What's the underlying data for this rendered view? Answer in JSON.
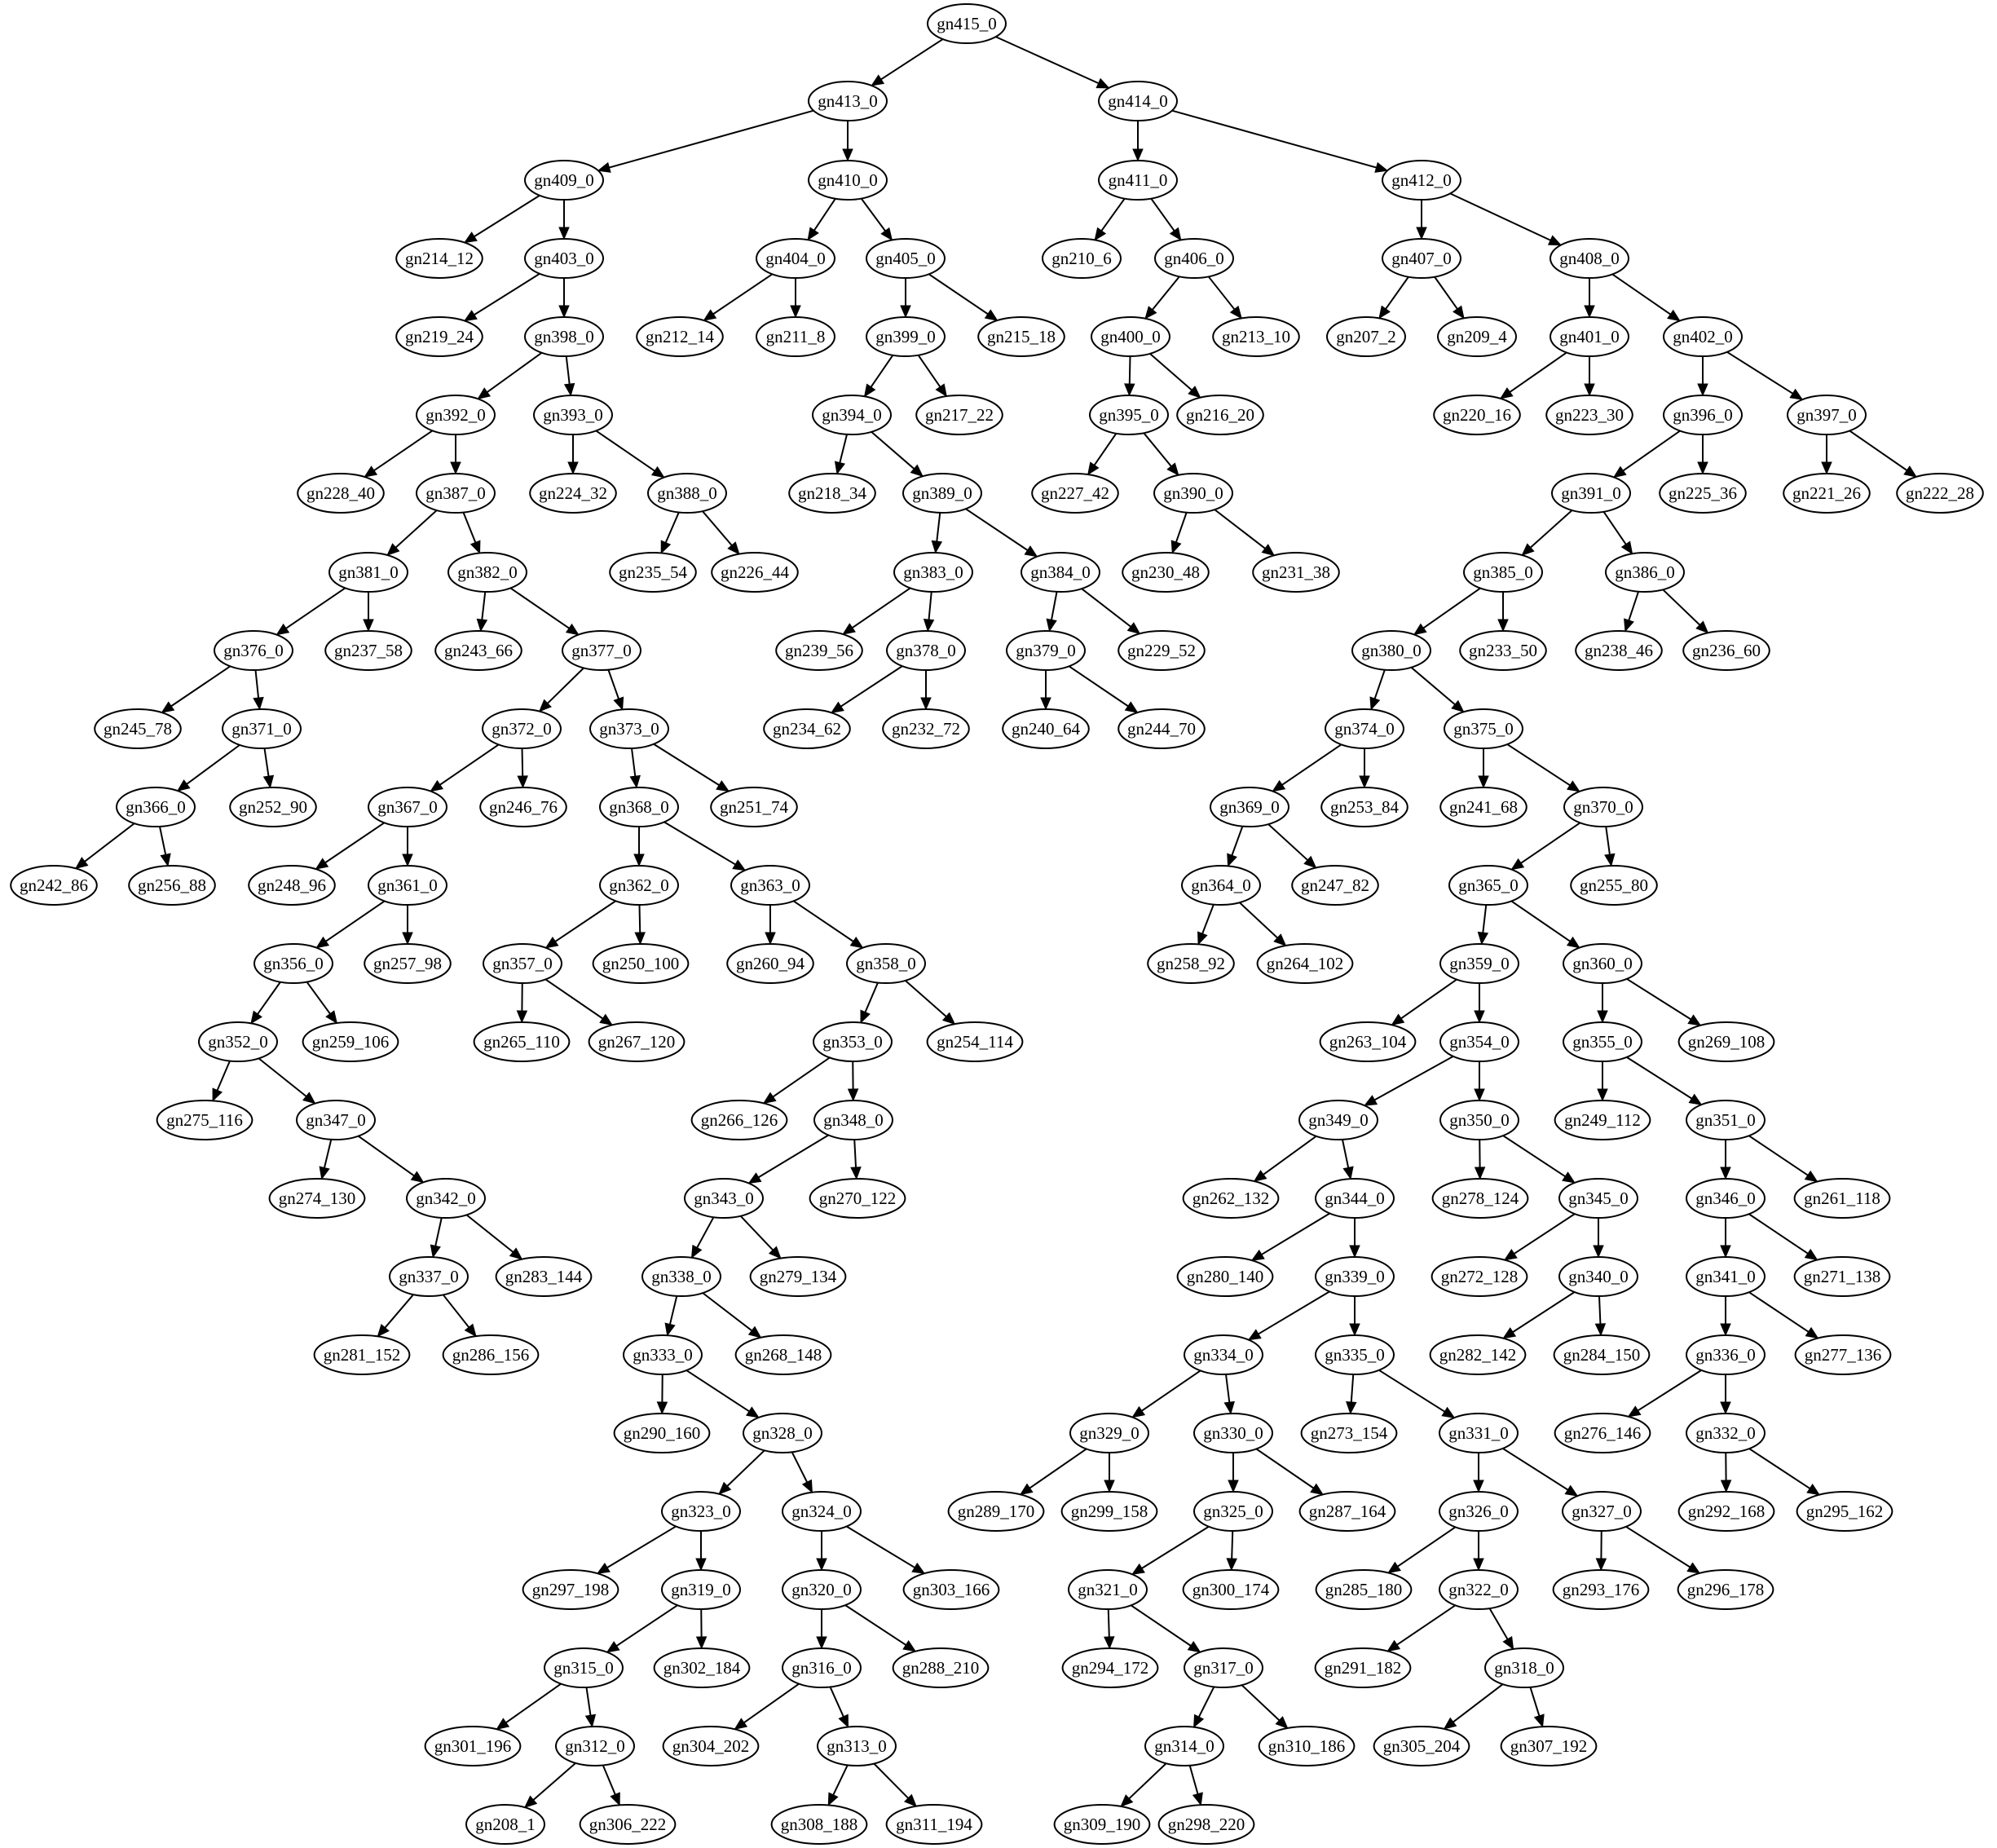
{
  "diagram": {
    "type": "tree",
    "nodes": [
      {
        "id": "gn415_0",
        "children": [
          "gn413_0",
          "gn414_0"
        ]
      },
      {
        "id": "gn413_0",
        "children": [
          "gn409_0",
          "gn410_0"
        ]
      },
      {
        "id": "gn414_0",
        "children": [
          "gn411_0",
          "gn412_0"
        ]
      },
      {
        "id": "gn409_0",
        "children": [
          "gn214_12",
          "gn403_0"
        ]
      },
      {
        "id": "gn410_0",
        "children": [
          "gn404_0",
          "gn405_0"
        ]
      },
      {
        "id": "gn411_0",
        "children": [
          "gn210_6",
          "gn406_0"
        ]
      },
      {
        "id": "gn412_0",
        "children": [
          "gn407_0",
          "gn408_0"
        ]
      },
      {
        "id": "gn214_12",
        "children": []
      },
      {
        "id": "gn403_0",
        "children": [
          "gn219_24",
          "gn398_0"
        ]
      },
      {
        "id": "gn404_0",
        "children": [
          "gn212_14",
          "gn211_8"
        ]
      },
      {
        "id": "gn405_0",
        "children": [
          "gn399_0",
          "gn215_18"
        ]
      },
      {
        "id": "gn210_6",
        "children": []
      },
      {
        "id": "gn406_0",
        "children": [
          "gn400_0",
          "gn213_10"
        ]
      },
      {
        "id": "gn407_0",
        "children": [
          "gn207_2",
          "gn209_4"
        ]
      },
      {
        "id": "gn408_0",
        "children": [
          "gn401_0",
          "gn402_0"
        ]
      },
      {
        "id": "gn219_24",
        "children": []
      },
      {
        "id": "gn398_0",
        "children": [
          "gn392_0",
          "gn393_0"
        ]
      },
      {
        "id": "gn212_14",
        "children": []
      },
      {
        "id": "gn211_8",
        "children": []
      },
      {
        "id": "gn399_0",
        "children": [
          "gn394_0",
          "gn217_22"
        ]
      },
      {
        "id": "gn215_18",
        "children": []
      },
      {
        "id": "gn400_0",
        "children": [
          "gn395_0",
          "gn216_20"
        ]
      },
      {
        "id": "gn213_10",
        "children": []
      },
      {
        "id": "gn207_2",
        "children": []
      },
      {
        "id": "gn209_4",
        "children": []
      },
      {
        "id": "gn401_0",
        "children": [
          "gn220_16",
          "gn223_30"
        ]
      },
      {
        "id": "gn402_0",
        "children": [
          "gn396_0",
          "gn397_0"
        ]
      },
      {
        "id": "gn392_0",
        "children": [
          "gn228_40",
          "gn387_0"
        ]
      },
      {
        "id": "gn393_0",
        "children": [
          "gn224_32",
          "gn388_0"
        ]
      },
      {
        "id": "gn394_0",
        "children": [
          "gn218_34",
          "gn389_0"
        ]
      },
      {
        "id": "gn217_22",
        "children": []
      },
      {
        "id": "gn395_0",
        "children": [
          "gn227_42",
          "gn390_0"
        ]
      },
      {
        "id": "gn216_20",
        "children": []
      },
      {
        "id": "gn220_16",
        "children": []
      },
      {
        "id": "gn223_30",
        "children": []
      },
      {
        "id": "gn396_0",
        "children": [
          "gn391_0",
          "gn225_36"
        ]
      },
      {
        "id": "gn397_0",
        "children": [
          "gn221_26",
          "gn222_28"
        ]
      },
      {
        "id": "gn228_40",
        "children": []
      },
      {
        "id": "gn387_0",
        "children": [
          "gn381_0",
          "gn382_0"
        ]
      },
      {
        "id": "gn224_32",
        "children": []
      },
      {
        "id": "gn388_0",
        "children": [
          "gn235_54",
          "gn226_44"
        ]
      },
      {
        "id": "gn218_34",
        "children": []
      },
      {
        "id": "gn389_0",
        "children": [
          "gn383_0",
          "gn384_0"
        ]
      },
      {
        "id": "gn227_42",
        "children": []
      },
      {
        "id": "gn390_0",
        "children": [
          "gn230_48",
          "gn231_38"
        ]
      },
      {
        "id": "gn391_0",
        "children": [
          "gn385_0",
          "gn386_0"
        ]
      },
      {
        "id": "gn225_36",
        "children": []
      },
      {
        "id": "gn221_26",
        "children": []
      },
      {
        "id": "gn222_28",
        "children": []
      },
      {
        "id": "gn381_0",
        "children": [
          "gn376_0",
          "gn237_58"
        ]
      },
      {
        "id": "gn382_0",
        "children": [
          "gn243_66",
          "gn377_0"
        ]
      },
      {
        "id": "gn235_54",
        "children": []
      },
      {
        "id": "gn226_44",
        "children": []
      },
      {
        "id": "gn383_0",
        "children": [
          "gn239_56",
          "gn378_0"
        ]
      },
      {
        "id": "gn384_0",
        "children": [
          "gn379_0",
          "gn229_52"
        ]
      },
      {
        "id": "gn230_48",
        "children": []
      },
      {
        "id": "gn231_38",
        "children": []
      },
      {
        "id": "gn385_0",
        "children": [
          "gn380_0",
          "gn233_50"
        ]
      },
      {
        "id": "gn386_0",
        "children": [
          "gn238_46",
          "gn236_60"
        ]
      },
      {
        "id": "gn376_0",
        "children": [
          "gn245_78",
          "gn371_0"
        ]
      },
      {
        "id": "gn237_58",
        "children": []
      },
      {
        "id": "gn243_66",
        "children": []
      },
      {
        "id": "gn377_0",
        "children": [
          "gn372_0",
          "gn373_0"
        ]
      },
      {
        "id": "gn239_56",
        "children": []
      },
      {
        "id": "gn378_0",
        "children": [
          "gn234_62",
          "gn232_72"
        ]
      },
      {
        "id": "gn379_0",
        "children": [
          "gn240_64",
          "gn244_70"
        ]
      },
      {
        "id": "gn229_52",
        "children": []
      },
      {
        "id": "gn380_0",
        "children": [
          "gn374_0",
          "gn375_0"
        ]
      },
      {
        "id": "gn233_50",
        "children": []
      },
      {
        "id": "gn238_46",
        "children": []
      },
      {
        "id": "gn236_60",
        "children": []
      },
      {
        "id": "gn245_78",
        "children": []
      },
      {
        "id": "gn371_0",
        "children": [
          "gn366_0",
          "gn252_90"
        ]
      },
      {
        "id": "gn372_0",
        "children": [
          "gn367_0",
          "gn246_76"
        ]
      },
      {
        "id": "gn373_0",
        "children": [
          "gn368_0",
          "gn251_74"
        ]
      },
      {
        "id": "gn234_62",
        "children": []
      },
      {
        "id": "gn232_72",
        "children": []
      },
      {
        "id": "gn240_64",
        "children": []
      },
      {
        "id": "gn244_70",
        "children": []
      },
      {
        "id": "gn374_0",
        "children": [
          "gn369_0",
          "gn253_84"
        ]
      },
      {
        "id": "gn375_0",
        "children": [
          "gn241_68",
          "gn370_0"
        ]
      },
      {
        "id": "gn366_0",
        "children": [
          "gn242_86",
          "gn256_88"
        ]
      },
      {
        "id": "gn252_90",
        "children": []
      },
      {
        "id": "gn367_0",
        "children": [
          "gn248_96",
          "gn361_0"
        ]
      },
      {
        "id": "gn246_76",
        "children": []
      },
      {
        "id": "gn368_0",
        "children": [
          "gn362_0",
          "gn363_0"
        ]
      },
      {
        "id": "gn251_74",
        "children": []
      },
      {
        "id": "gn369_0",
        "children": [
          "gn364_0",
          "gn247_82"
        ]
      },
      {
        "id": "gn253_84",
        "children": []
      },
      {
        "id": "gn241_68",
        "children": []
      },
      {
        "id": "gn370_0",
        "children": [
          "gn365_0",
          "gn255_80"
        ]
      },
      {
        "id": "gn242_86",
        "children": []
      },
      {
        "id": "gn256_88",
        "children": []
      },
      {
        "id": "gn248_96",
        "children": []
      },
      {
        "id": "gn361_0",
        "children": [
          "gn356_0",
          "gn257_98"
        ]
      },
      {
        "id": "gn362_0",
        "children": [
          "gn357_0",
          "gn250_100"
        ]
      },
      {
        "id": "gn363_0",
        "children": [
          "gn260_94",
          "gn358_0"
        ]
      },
      {
        "id": "gn364_0",
        "children": [
          "gn258_92",
          "gn264_102"
        ]
      },
      {
        "id": "gn247_82",
        "children": []
      },
      {
        "id": "gn365_0",
        "children": [
          "gn359_0",
          "gn360_0"
        ]
      },
      {
        "id": "gn255_80",
        "children": []
      },
      {
        "id": "gn356_0",
        "children": [
          "gn352_0",
          "gn259_106"
        ]
      },
      {
        "id": "gn257_98",
        "children": []
      },
      {
        "id": "gn357_0",
        "children": [
          "gn265_110",
          "gn267_120"
        ]
      },
      {
        "id": "gn250_100",
        "children": []
      },
      {
        "id": "gn260_94",
        "children": []
      },
      {
        "id": "gn358_0",
        "children": [
          "gn353_0",
          "gn254_114"
        ]
      },
      {
        "id": "gn258_92",
        "children": []
      },
      {
        "id": "gn264_102",
        "children": []
      },
      {
        "id": "gn359_0",
        "children": [
          "gn263_104",
          "gn354_0"
        ]
      },
      {
        "id": "gn360_0",
        "children": [
          "gn355_0",
          "gn269_108"
        ]
      },
      {
        "id": "gn352_0",
        "children": [
          "gn275_116",
          "gn347_0"
        ]
      },
      {
        "id": "gn259_106",
        "children": []
      },
      {
        "id": "gn265_110",
        "children": []
      },
      {
        "id": "gn267_120",
        "children": []
      },
      {
        "id": "gn353_0",
        "children": [
          "gn266_126",
          "gn348_0"
        ]
      },
      {
        "id": "gn254_114",
        "children": []
      },
      {
        "id": "gn263_104",
        "children": []
      },
      {
        "id": "gn354_0",
        "children": [
          "gn349_0",
          "gn350_0"
        ]
      },
      {
        "id": "gn355_0",
        "children": [
          "gn249_112",
          "gn351_0"
        ]
      },
      {
        "id": "gn269_108",
        "children": []
      },
      {
        "id": "gn275_116",
        "children": []
      },
      {
        "id": "gn347_0",
        "children": [
          "gn274_130",
          "gn342_0"
        ]
      },
      {
        "id": "gn266_126",
        "children": []
      },
      {
        "id": "gn348_0",
        "children": [
          "gn343_0",
          "gn270_122"
        ]
      },
      {
        "id": "gn349_0",
        "children": [
          "gn262_132",
          "gn344_0"
        ]
      },
      {
        "id": "gn350_0",
        "children": [
          "gn278_124",
          "gn345_0"
        ]
      },
      {
        "id": "gn249_112",
        "children": []
      },
      {
        "id": "gn351_0",
        "children": [
          "gn346_0",
          "gn261_118"
        ]
      },
      {
        "id": "gn274_130",
        "children": []
      },
      {
        "id": "gn342_0",
        "children": [
          "gn337_0",
          "gn283_144"
        ]
      },
      {
        "id": "gn343_0",
        "children": [
          "gn338_0",
          "gn279_134"
        ]
      },
      {
        "id": "gn270_122",
        "children": []
      },
      {
        "id": "gn262_132",
        "children": []
      },
      {
        "id": "gn344_0",
        "children": [
          "gn280_140",
          "gn339_0"
        ]
      },
      {
        "id": "gn278_124",
        "children": []
      },
      {
        "id": "gn345_0",
        "children": [
          "gn272_128",
          "gn340_0"
        ]
      },
      {
        "id": "gn346_0",
        "children": [
          "gn341_0",
          "gn271_138"
        ]
      },
      {
        "id": "gn261_118",
        "children": []
      },
      {
        "id": "gn337_0",
        "children": [
          "gn281_152",
          "gn286_156"
        ]
      },
      {
        "id": "gn283_144",
        "children": []
      },
      {
        "id": "gn338_0",
        "children": [
          "gn333_0",
          "gn268_148"
        ]
      },
      {
        "id": "gn279_134",
        "children": []
      },
      {
        "id": "gn280_140",
        "children": []
      },
      {
        "id": "gn339_0",
        "children": [
          "gn334_0",
          "gn335_0"
        ]
      },
      {
        "id": "gn272_128",
        "children": []
      },
      {
        "id": "gn340_0",
        "children": [
          "gn282_142",
          "gn284_150"
        ]
      },
      {
        "id": "gn341_0",
        "children": [
          "gn336_0",
          "gn277_136"
        ]
      },
      {
        "id": "gn271_138",
        "children": []
      },
      {
        "id": "gn281_152",
        "children": []
      },
      {
        "id": "gn286_156",
        "children": []
      },
      {
        "id": "gn333_0",
        "children": [
          "gn290_160",
          "gn328_0"
        ]
      },
      {
        "id": "gn268_148",
        "children": []
      },
      {
        "id": "gn334_0",
        "children": [
          "gn329_0",
          "gn330_0"
        ]
      },
      {
        "id": "gn335_0",
        "children": [
          "gn273_154",
          "gn331_0"
        ]
      },
      {
        "id": "gn282_142",
        "children": []
      },
      {
        "id": "gn284_150",
        "children": []
      },
      {
        "id": "gn336_0",
        "children": [
          "gn276_146",
          "gn332_0"
        ]
      },
      {
        "id": "gn277_136",
        "children": []
      },
      {
        "id": "gn290_160",
        "children": []
      },
      {
        "id": "gn328_0",
        "children": [
          "gn323_0",
          "gn324_0"
        ]
      },
      {
        "id": "gn329_0",
        "children": [
          "gn289_170",
          "gn299_158"
        ]
      },
      {
        "id": "gn330_0",
        "children": [
          "gn325_0",
          "gn287_164"
        ]
      },
      {
        "id": "gn273_154",
        "children": []
      },
      {
        "id": "gn331_0",
        "children": [
          "gn326_0",
          "gn327_0"
        ]
      },
      {
        "id": "gn276_146",
        "children": []
      },
      {
        "id": "gn332_0",
        "children": [
          "gn292_168",
          "gn295_162"
        ]
      },
      {
        "id": "gn323_0",
        "children": [
          "gn297_198",
          "gn319_0"
        ]
      },
      {
        "id": "gn324_0",
        "children": [
          "gn320_0",
          "gn303_166"
        ]
      },
      {
        "id": "gn289_170",
        "children": []
      },
      {
        "id": "gn299_158",
        "children": []
      },
      {
        "id": "gn325_0",
        "children": [
          "gn321_0",
          "gn300_174"
        ]
      },
      {
        "id": "gn287_164",
        "children": []
      },
      {
        "id": "gn326_0",
        "children": [
          "gn285_180",
          "gn322_0"
        ]
      },
      {
        "id": "gn327_0",
        "children": [
          "gn293_176",
          "gn296_178"
        ]
      },
      {
        "id": "gn292_168",
        "children": []
      },
      {
        "id": "gn295_162",
        "children": []
      },
      {
        "id": "gn297_198",
        "children": []
      },
      {
        "id": "gn319_0",
        "children": [
          "gn315_0",
          "gn302_184"
        ]
      },
      {
        "id": "gn320_0",
        "children": [
          "gn316_0",
          "gn288_210"
        ]
      },
      {
        "id": "gn303_166",
        "children": []
      },
      {
        "id": "gn321_0",
        "children": [
          "gn294_172",
          "gn317_0"
        ]
      },
      {
        "id": "gn300_174",
        "children": []
      },
      {
        "id": "gn285_180",
        "children": []
      },
      {
        "id": "gn322_0",
        "children": [
          "gn291_182",
          "gn318_0"
        ]
      },
      {
        "id": "gn293_176",
        "children": []
      },
      {
        "id": "gn296_178",
        "children": []
      },
      {
        "id": "gn315_0",
        "children": [
          "gn301_196",
          "gn312_0"
        ]
      },
      {
        "id": "gn302_184",
        "children": []
      },
      {
        "id": "gn316_0",
        "children": [
          "gn304_202",
          "gn313_0"
        ]
      },
      {
        "id": "gn288_210",
        "children": []
      },
      {
        "id": "gn294_172",
        "children": []
      },
      {
        "id": "gn317_0",
        "children": [
          "gn314_0",
          "gn310_186"
        ]
      },
      {
        "id": "gn291_182",
        "children": []
      },
      {
        "id": "gn318_0",
        "children": [
          "gn305_204",
          "gn307_192"
        ]
      },
      {
        "id": "gn301_196",
        "children": []
      },
      {
        "id": "gn312_0",
        "children": [
          "gn208_1",
          "gn306_222"
        ]
      },
      {
        "id": "gn304_202",
        "children": []
      },
      {
        "id": "gn313_0",
        "children": [
          "gn308_188",
          "gn311_194"
        ]
      },
      {
        "id": "gn314_0",
        "children": [
          "gn309_190",
          "gn298_220"
        ]
      },
      {
        "id": "gn310_186",
        "children": []
      },
      {
        "id": "gn305_204",
        "children": []
      },
      {
        "id": "gn307_192",
        "children": []
      },
      {
        "id": "gn208_1",
        "children": []
      },
      {
        "id": "gn306_222",
        "children": []
      },
      {
        "id": "gn308_188",
        "children": []
      },
      {
        "id": "gn311_194",
        "children": []
      },
      {
        "id": "gn309_190",
        "children": []
      },
      {
        "id": "gn298_220",
        "children": []
      }
    ]
  }
}
